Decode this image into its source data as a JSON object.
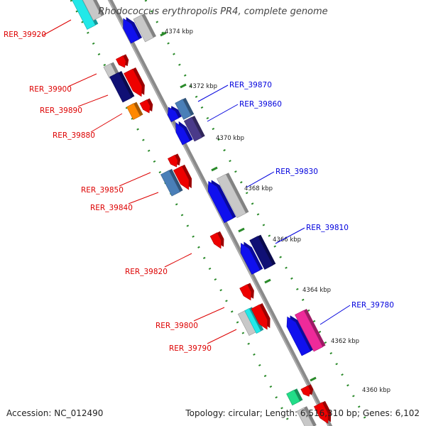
{
  "title": "Rhodococcus erythropolis PR4, complete genome",
  "footer": {
    "accession": "Accession: NC_012490",
    "summary": "Topology: circular; Length: 6,516,310 bp; Genes: 6,102"
  },
  "ticks": [
    {
      "label": "4374 kbp"
    },
    {
      "label": "4372 kbp"
    },
    {
      "label": "4370 kbp"
    },
    {
      "label": "4368 kbp"
    },
    {
      "label": "4366 kbp"
    },
    {
      "label": "4364 kbp"
    },
    {
      "label": "4362 kbp"
    },
    {
      "label": "4360 kbp"
    }
  ],
  "gene_labels_left": [
    {
      "label": "RER_39920",
      "color": "#dd0000"
    },
    {
      "label": "RER_39900",
      "color": "#dd0000"
    },
    {
      "label": "RER_39890",
      "color": "#dd0000"
    },
    {
      "label": "RER_39880",
      "color": "#dd0000"
    },
    {
      "label": "RER_39850",
      "color": "#dd0000"
    },
    {
      "label": "RER_39840",
      "color": "#dd0000"
    },
    {
      "label": "RER_39820",
      "color": "#dd0000"
    },
    {
      "label": "RER_39800",
      "color": "#dd0000"
    },
    {
      "label": "RER_39790",
      "color": "#dd0000"
    }
  ],
  "gene_labels_right": [
    {
      "label": "RER_39870",
      "color": "#0000dd"
    },
    {
      "label": "RER_39860",
      "color": "#0000dd"
    },
    {
      "label": "RER_39830",
      "color": "#0000dd"
    },
    {
      "label": "RER_39810",
      "color": "#0000dd"
    },
    {
      "label": "RER_39780",
      "color": "#0000dd"
    }
  ],
  "colors": {
    "backbone": "#8a8a8a",
    "tick_dots": "#2a8a2a",
    "red": "#ee0000",
    "blue": "#1010ee",
    "navy": "#101075",
    "steelblue": "#4a7fb8",
    "slate": "#4a3a8a",
    "grey": "#c8c8c8",
    "orange": "#ff8800",
    "cyan": "#22e8e8",
    "magenta": "#ee2a9a",
    "green": "#22dd88"
  }
}
